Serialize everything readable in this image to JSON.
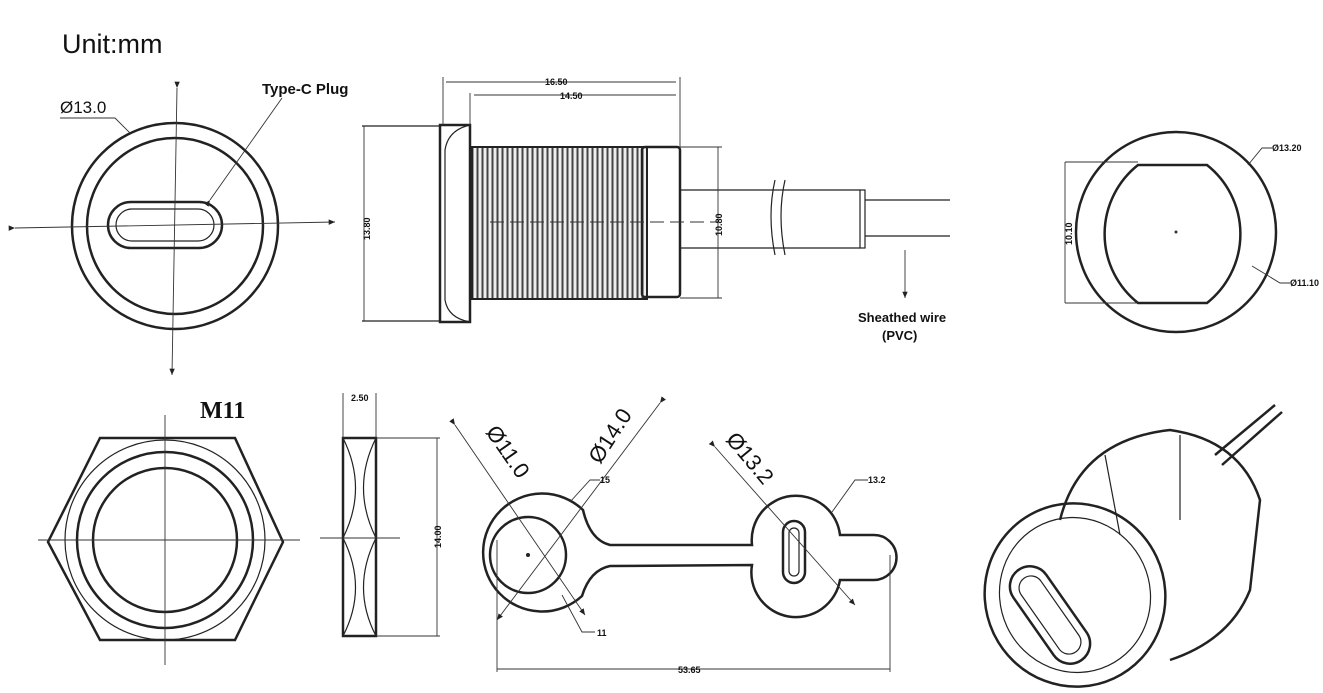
{
  "title": "Unit:mm",
  "front_view": {
    "diameter": "Ø13.0",
    "plug_label": "Type-C Plug"
  },
  "side_view": {
    "overall_length": "16.50",
    "thread_length": "14.50",
    "flange_height": "13.80",
    "body_height": "10.80",
    "wire_label": "Sheathed wire",
    "wire_material": "(PVC)"
  },
  "rear_view": {
    "outer_diameter": "Ø13.20",
    "inner_diameter": "Ø11.10",
    "flat_width": "10.10"
  },
  "nut": {
    "thread": "M11",
    "thickness": "2.50",
    "height": "14.00"
  },
  "cap": {
    "inner_diameter": "Ø11.0",
    "outer_diameter": "Ø14.0",
    "cap_diameter": "Ø13.2",
    "ring_outer": "15",
    "ring_inner": "11",
    "cap_label": "13.2",
    "length": "53.65"
  }
}
